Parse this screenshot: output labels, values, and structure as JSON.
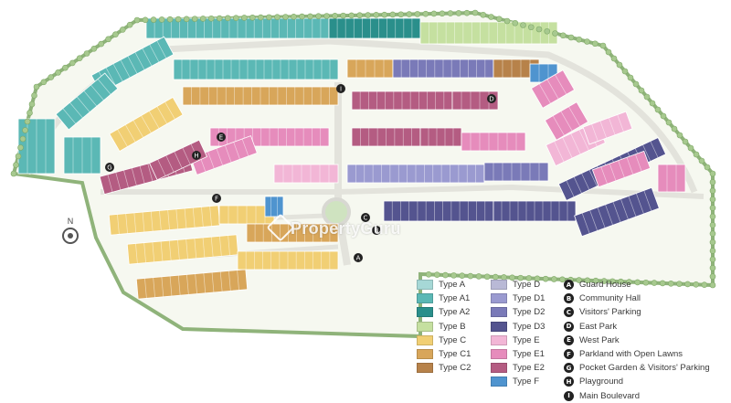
{
  "legend_types": [
    {
      "label": "Type A",
      "color": "#a6d8d6"
    },
    {
      "label": "Type A1",
      "color": "#5bb8b5"
    },
    {
      "label": "Type A2",
      "color": "#2a8f8b"
    },
    {
      "label": "Type B",
      "color": "#c5e0a0"
    },
    {
      "label": "Type C",
      "color": "#f1cf74"
    },
    {
      "label": "Type C1",
      "color": "#d8a65a"
    },
    {
      "label": "Type C2",
      "color": "#b7824a"
    },
    {
      "label": "Type D",
      "color": "#b9b9d6"
    },
    {
      "label": "Type D1",
      "color": "#9a9ad0"
    },
    {
      "label": "Type D2",
      "color": "#7a7ab8"
    },
    {
      "label": "Type D3",
      "color": "#54548f"
    },
    {
      "label": "Type E",
      "color": "#f2b6d6"
    },
    {
      "label": "Type E1",
      "color": "#e68cbc"
    },
    {
      "label": "Type E2",
      "color": "#b45c82"
    },
    {
      "label": "Type F",
      "color": "#4f94cf"
    }
  ],
  "legend_facilities": [
    {
      "badge": "A",
      "label": "Guard House"
    },
    {
      "badge": "B",
      "label": "Community Hall"
    },
    {
      "badge": "C",
      "label": "Visitors' Parking"
    },
    {
      "badge": "D",
      "label": "East Park"
    },
    {
      "badge": "E",
      "label": "West Park"
    },
    {
      "badge": "F",
      "label": "Parkland with Open Lawns"
    },
    {
      "badge": "G",
      "label": "Pocket Garden & Visitors' Parking"
    },
    {
      "badge": "H",
      "label": "Playground"
    },
    {
      "badge": "I",
      "label": "Main Boulevard"
    }
  ],
  "compass_label": "N",
  "watermark": "PropertyGuru"
}
